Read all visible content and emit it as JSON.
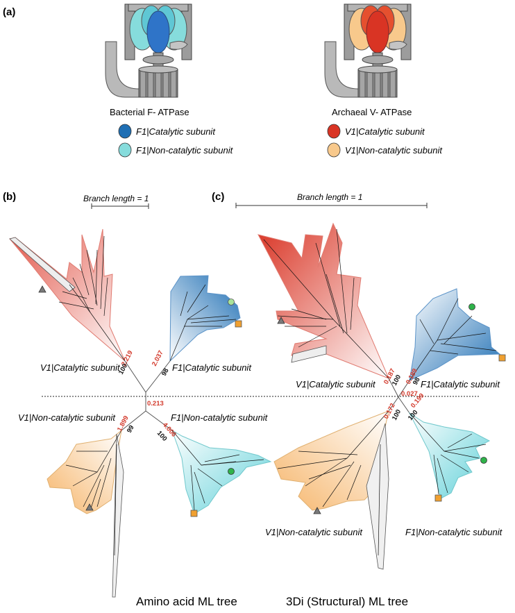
{
  "panels": {
    "a": "(a)",
    "b": "(b)",
    "c": "(c)"
  },
  "colors": {
    "f1_catalytic": "#1f6fb4",
    "f1_noncatalytic": "#86dcdc",
    "v1_catalytic": "#d93424",
    "v1_noncatalytic": "#f8c98c",
    "value_red": "#d33a2c",
    "leaf_gray": "#808080",
    "marker_green": "#2fb34a",
    "marker_orange": "#f0a030"
  },
  "legend": {
    "bacterial": {
      "title": "Bacterial F- ATPase",
      "items": [
        {
          "label": "F1|Catalytic subunit"
        },
        {
          "label": "F1|Non-catalytic subunit"
        }
      ]
    },
    "archaeal": {
      "title": "Archaeal V- ATPase",
      "items": [
        {
          "label": "V1|Catalytic subunit"
        },
        {
          "label": "V1|Non-catalytic subunit"
        }
      ]
    }
  },
  "tree_b": {
    "scale": "Branch length = 1",
    "title": "Amino acid ML tree",
    "center_value": "0.213",
    "clades": {
      "v1_cat": {
        "label": "V1|Catalytic subunit",
        "length": "2.219",
        "support": "100"
      },
      "f1_cat": {
        "label": "F1|Catalytic subunit",
        "length": "2.037",
        "support": "98"
      },
      "v1_noncat": {
        "label": "V1|Non-catalytic subunit",
        "length": "1.899",
        "support": "99"
      },
      "f1_noncat": {
        "label": "F1|Non-catalytic subunit",
        "length": "4.006",
        "support": "100"
      }
    }
  },
  "tree_c": {
    "scale": "Branch length = 1",
    "title": "3Di (Structural) ML tree",
    "center_value": "0.027",
    "clades": {
      "v1_cat": {
        "label": "V1|Catalytic subunit",
        "length": "0.187",
        "support": "100"
      },
      "f1_cat": {
        "label": "F1|Catalytic subunit",
        "length": "0.189",
        "support": "98"
      },
      "v1_noncat": {
        "label": "V1|Non-catalytic subunit",
        "length": "0.172",
        "support": "100"
      },
      "f1_noncat": {
        "label": "F1|Non-catalytic subunit",
        "length": "0.199",
        "support": "100"
      }
    }
  },
  "markers": {
    "triangle": "gray-triangle-marker",
    "circle": "green-circle-marker",
    "square": "orange-square-marker"
  }
}
